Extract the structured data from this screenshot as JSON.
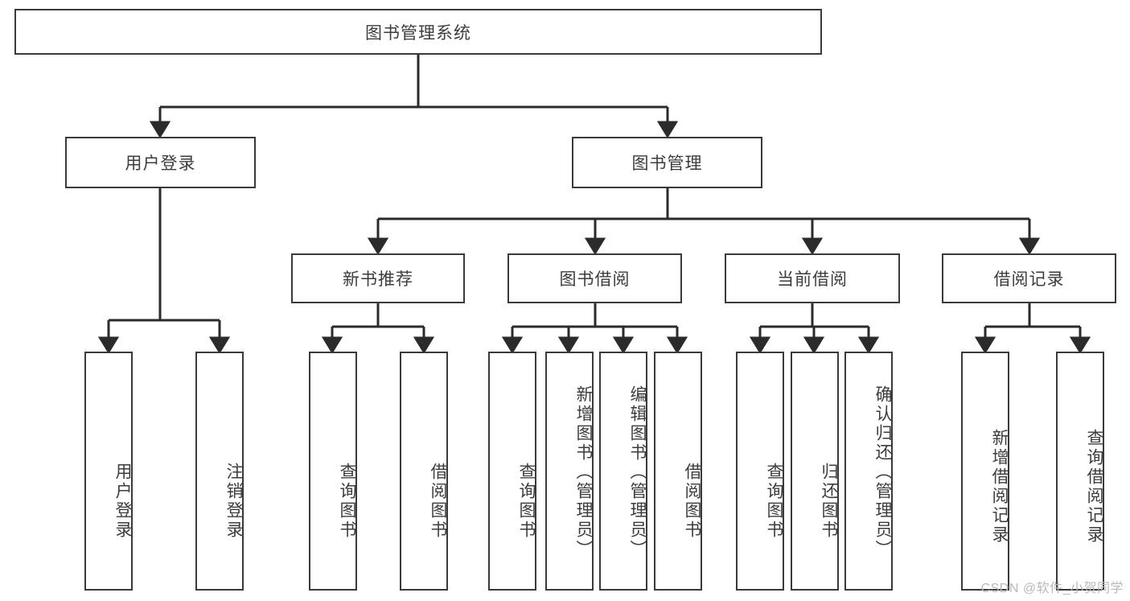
{
  "diagram": {
    "type": "tree",
    "title": "图书管理系统",
    "watermark": "CSDN @软件_小贺同学",
    "colors": {
      "box_border": "#3a3a3a",
      "box_fill": "#ffffff",
      "edge": "#2b2b2b",
      "text": "#3c3c3c",
      "watermark": "#b9b9b9",
      "background": "#ffffff"
    },
    "root": {
      "label": "图书管理系统"
    },
    "level2": [
      {
        "label": "用户登录"
      },
      {
        "label": "图书管理"
      }
    ],
    "level3": [
      {
        "label": "新书推荐"
      },
      {
        "label": "图书借阅"
      },
      {
        "label": "当前借阅"
      },
      {
        "label": "借阅记录"
      }
    ],
    "leaves": {
      "user_login": [
        {
          "label": "用户登录"
        },
        {
          "label": "注销登录"
        }
      ],
      "new_book_recommend": [
        {
          "label": "查询图书"
        },
        {
          "label": "借阅图书"
        }
      ],
      "book_borrow": [
        {
          "label": "查询图书"
        },
        {
          "label": "新增图书（管理员）"
        },
        {
          "label": "编辑图书（管理员）"
        },
        {
          "label": "借阅图书"
        }
      ],
      "current_borrow": [
        {
          "label": "查询图书"
        },
        {
          "label": "归还图书"
        },
        {
          "label": "确认归还（管理员）"
        }
      ],
      "borrow_record": [
        {
          "label": "新增借阅记录"
        },
        {
          "label": "查询借阅记录"
        }
      ]
    }
  }
}
